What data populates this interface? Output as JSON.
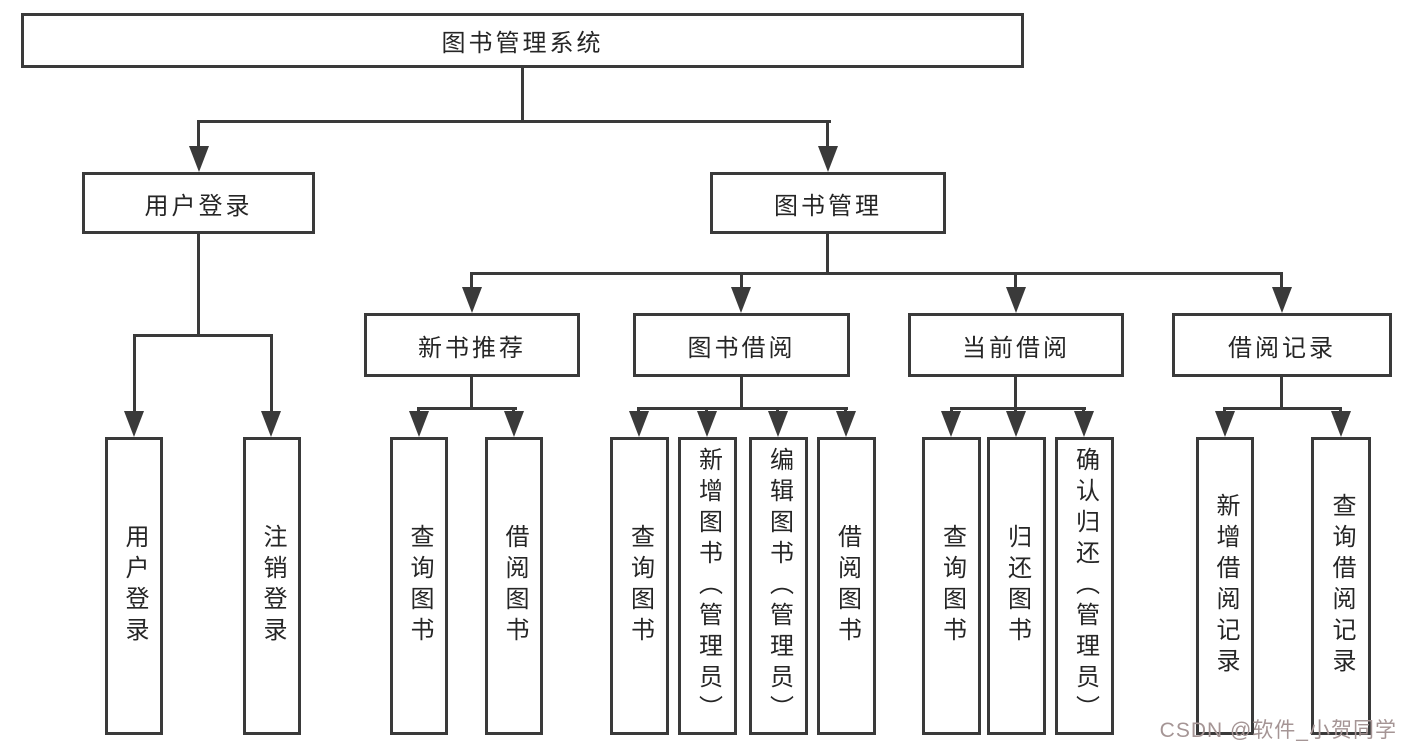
{
  "nodes": {
    "root": "图书管理系统",
    "user_login": "用户登录",
    "book_mgmt": "图书管理",
    "new_book_rec": "新书推荐",
    "book_borrow": "图书借阅",
    "current_borrow": "当前借阅",
    "borrow_record": "借阅记录",
    "leaf_user_login": "用户登录",
    "leaf_logout": "注销登录",
    "leaf_nbr_query": "查询图书",
    "leaf_nbr_borrow": "借阅图书",
    "leaf_bb_query": "查询图书",
    "leaf_bb_add": "新增图书（管理员）",
    "leaf_bb_edit": "编辑图书（管理员）",
    "leaf_bb_borrow": "借阅图书",
    "leaf_cb_query": "查询图书",
    "leaf_cb_return": "归还图书",
    "leaf_cb_confirm": "确认归还（管理员）",
    "leaf_br_add": "新增借阅记录",
    "leaf_br_query": "查询借阅记录"
  },
  "watermark": "CSDN @软件_小贺同学",
  "colors": {
    "line": "#3a3a3a",
    "text": "#262626",
    "watermark": "#a59595",
    "background": "#ffffff"
  }
}
